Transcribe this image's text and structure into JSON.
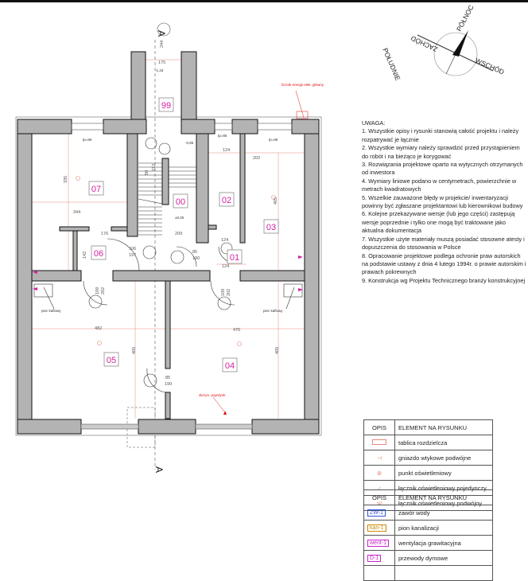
{
  "compass": {
    "north": "PÓŁNOC",
    "east": "WSCHÓD",
    "south": "POŁUDNIE",
    "west": "ZACHÓD"
  },
  "section_marker": "A",
  "rooms": [
    "99",
    "07",
    "00",
    "02",
    "03",
    "06",
    "01",
    "05",
    "04"
  ],
  "annotations": {
    "meter": "licznik energii elek. główny",
    "stove_left": "piec kaflowy",
    "stove_right": "piec kaflowy",
    "junction": "skrzyn. pojedynk",
    "tp1": "tp=86",
    "tp2": "tp=85",
    "tp3": "tp=86",
    "zero": "±0,00",
    "lvl1": "-0,85",
    "lvl2": "-1,33"
  },
  "dimensions": [
    "175",
    "124",
    "244",
    "335",
    "344",
    "176",
    "142",
    "106",
    "197",
    "85",
    "190",
    "124",
    "202",
    "405",
    "109",
    "202",
    "109",
    "202",
    "482",
    "476",
    "405",
    "405",
    "85",
    "190",
    "209",
    "124",
    "212",
    "50"
  ],
  "notes": {
    "title": "UWAGA:",
    "items": [
      "1.     Wszystkie opisy i rysunki stanowią całość projektu i należy  rozpatrywać je łącznie",
      "2.     Wszystkie wymiary należy sprawdzić przed przystąpieniem do robót i na bieżąco je korygować",
      "3.     Rozwiązania projektowe oparto na wytycznych otrzymanych od inwestora",
      "4.     Wymiary liniowe podano w centymetrach, powierzchnie w  metrach kwadratowych",
      "5.     Wszelkie zauważone błędy w projekcie/ inwentaryzacji powinny być  zgłaszane projektantowi lub kierownikowi budowy",
      "6.     Kolejne przekazywane wersje (lub jego części) zastępują wersje poprzednie i tylko one mogą być traktowane jako aktualna dokumentacja",
      "7.     Wszystkie użyte materiały muszą posiadać stosowne atesty i dopuszczenia do stosowania w Polsce",
      "8.     Opracowanie projektowe podlega ochronie praw autorskich  na podstawie ustawy z dnia 4 lutego 1994r. o prawie  autorskim i prawach pokrewnych",
      "9.     Konstrukcja  wg Projektu Technicznego branży konstrukcyjnej"
    ]
  },
  "legend_electrical": {
    "header": [
      "OPIS",
      "ELEMENT NA RYSUNKU"
    ],
    "rows": [
      "tablica rozdzielcza",
      "gniazdo wtykowe podwójne",
      "punkt oświetleniowy",
      "łącznik oświetleniowy pojedynczy",
      "łącznik oświetleniowy podwójny"
    ]
  },
  "legend_installations": {
    "header": [
      "OPIS",
      "ELEMENT NA RYSUNKU"
    ],
    "rows": [
      {
        "code": "ZW-1",
        "label": "zawór wody",
        "color": "#3355dd"
      },
      {
        "code": "kan-1",
        "label": "pion kanalizacji",
        "color": "#cc8800"
      },
      {
        "code": "went-1",
        "label": "wentylacja grawitacyjna",
        "color": "#cc22cc"
      },
      {
        "code": "D-1",
        "label": "przewody dymowe",
        "color": "#cc22cc"
      }
    ]
  }
}
